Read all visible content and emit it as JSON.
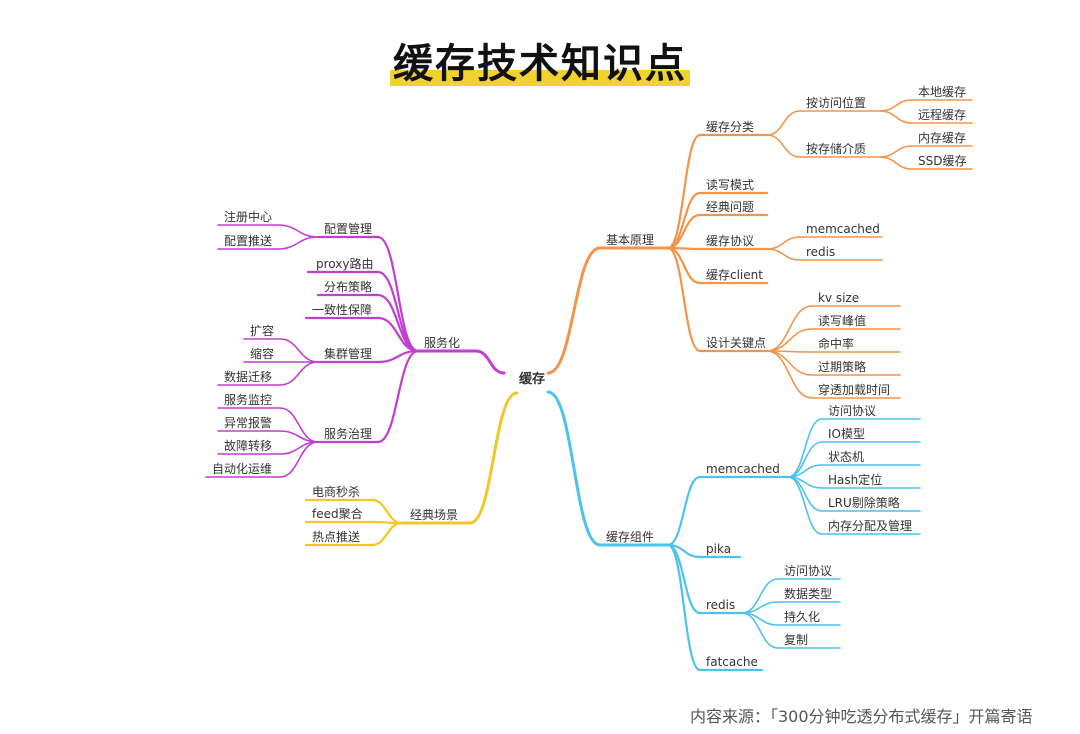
{
  "title": "缓存技术知识点",
  "source_note": "内容来源：「300分钟吃透分布式缓存」开篇寄语",
  "colors": {
    "orange": "#f0954a",
    "purple": "#c03fd1",
    "yellow": "#f2c62a",
    "blue": "#4cc2ee",
    "title_bar": "#f2d22e"
  },
  "mindmap": {
    "root": "缓存",
    "branches": [
      {
        "label": "基本原理",
        "color": "orange",
        "children": [
          {
            "label": "缓存分类",
            "children": [
              {
                "label": "按访问位置",
                "children": [
                  {
                    "label": "本地缓存"
                  },
                  {
                    "label": "远程缓存"
                  }
                ]
              },
              {
                "label": "按存储介质",
                "children": [
                  {
                    "label": "内存缓存"
                  },
                  {
                    "label": "SSD缓存"
                  }
                ]
              }
            ]
          },
          {
            "label": "读写模式"
          },
          {
            "label": "经典问题"
          },
          {
            "label": "缓存协议",
            "children": [
              {
                "label": "memcached"
              },
              {
                "label": "redis"
              }
            ]
          },
          {
            "label": "缓存client"
          },
          {
            "label": "设计关键点",
            "children": [
              {
                "label": "kv size"
              },
              {
                "label": "读写峰值"
              },
              {
                "label": "命中率"
              },
              {
                "label": "过期策略"
              },
              {
                "label": "穿透加载时间"
              }
            ]
          }
        ]
      },
      {
        "label": "缓存组件",
        "color": "blue",
        "children": [
          {
            "label": "memcached",
            "children": [
              {
                "label": "访问协议"
              },
              {
                "label": "IO模型"
              },
              {
                "label": "状态机"
              },
              {
                "label": "Hash定位"
              },
              {
                "label": "LRU剔除策略"
              },
              {
                "label": "内存分配及管理"
              }
            ]
          },
          {
            "label": "pika"
          },
          {
            "label": "redis",
            "children": [
              {
                "label": "访问协议"
              },
              {
                "label": "数据类型"
              },
              {
                "label": "持久化"
              },
              {
                "label": "复制"
              }
            ]
          },
          {
            "label": "fatcache"
          }
        ]
      },
      {
        "label": "服务化",
        "color": "purple",
        "children": [
          {
            "label": "配置管理",
            "children": [
              {
                "label": "注册中心"
              },
              {
                "label": "配置推送"
              }
            ]
          },
          {
            "label": "proxy路由"
          },
          {
            "label": "分布策略"
          },
          {
            "label": "一致性保障"
          },
          {
            "label": "集群管理",
            "children": [
              {
                "label": "扩容"
              },
              {
                "label": "缩容"
              },
              {
                "label": "数据迁移"
              }
            ]
          },
          {
            "label": "服务治理",
            "children": [
              {
                "label": "服务监控"
              },
              {
                "label": "异常报警"
              },
              {
                "label": "故障转移"
              },
              {
                "label": "自动化运维"
              }
            ]
          }
        ]
      },
      {
        "label": "经典场景",
        "color": "yellow",
        "children": [
          {
            "label": "电商秒杀"
          },
          {
            "label": "feed聚合"
          },
          {
            "label": "热点推送"
          }
        ]
      }
    ]
  }
}
